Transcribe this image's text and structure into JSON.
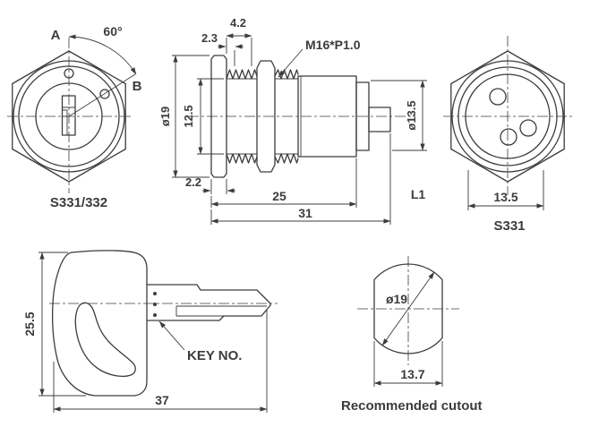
{
  "colors": {
    "line": "#3c3c3c",
    "background": "#ffffff"
  },
  "front_view": {
    "label_a": "A",
    "angle": "60°",
    "label_b": "B",
    "caption": "S331/332"
  },
  "side_view": {
    "dim_thread_len": "4.2",
    "dim_small": "2.3",
    "thread_label": "M16*P1.0",
    "dia_flange": "ø19",
    "dim_core": "12.5",
    "dim_flange_thk": "2.2",
    "dim_body": "25",
    "dim_total": "31",
    "dia_rear": "ø13.5",
    "terminal_len_label": "L1"
  },
  "rear_view": {
    "dim_width": "13.5",
    "caption": "S331"
  },
  "key_view": {
    "dim_height": "25.5",
    "dim_length": "37",
    "key_no_label": "KEY NO."
  },
  "cutout_view": {
    "dia": "ø19",
    "dim_flats": "13.7",
    "caption": "Recommended cutout"
  }
}
